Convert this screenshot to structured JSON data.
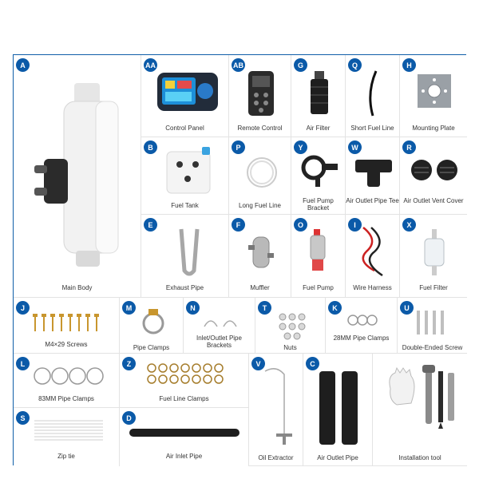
{
  "colors": {
    "accent": "#0b5aa8",
    "border": "#0f5ea8"
  },
  "items": {
    "A": {
      "badge": "A",
      "label": "Main Body"
    },
    "AA": {
      "badge": "AA",
      "label": "Control Panel"
    },
    "AB": {
      "badge": "AB",
      "label": "Remote Control"
    },
    "G": {
      "badge": "G",
      "label": "Air Filter"
    },
    "Q": {
      "badge": "Q",
      "label": "Short Fuel Line"
    },
    "H": {
      "badge": "H",
      "label": "Mounting Plate"
    },
    "B": {
      "badge": "B",
      "label": "Fuel Tank"
    },
    "P": {
      "badge": "P",
      "label": "Long Fuel Line"
    },
    "Y": {
      "badge": "Y",
      "label": "Fuel Pump Bracket"
    },
    "W": {
      "badge": "W",
      "label": "Air Outlet Pipe Tee"
    },
    "R": {
      "badge": "R",
      "label": "Air Outlet Vent Cover"
    },
    "E": {
      "badge": "E",
      "label": "Exhaust Pipe"
    },
    "F": {
      "badge": "F",
      "label": "Muffler"
    },
    "O": {
      "badge": "O",
      "label": "Fuel Pump"
    },
    "I": {
      "badge": "I",
      "label": "Wire Harness"
    },
    "X": {
      "badge": "X",
      "label": "Fuel Filter"
    },
    "J": {
      "badge": "J",
      "label": "M4×29 Screws"
    },
    "M": {
      "badge": "M",
      "label": "Pipe Clamps"
    },
    "N": {
      "badge": "N",
      "label": "Inlet/Outlet Pipe Brackets"
    },
    "T": {
      "badge": "T",
      "label": "Nuts"
    },
    "K": {
      "badge": "K",
      "label": "28MM Pipe Clamps"
    },
    "U": {
      "badge": "U",
      "label": "Double-Ended Screw"
    },
    "L": {
      "badge": "L",
      "label": "83MM Pipe Clamps"
    },
    "Z": {
      "badge": "Z",
      "label": "Fuel Line Clamps"
    },
    "V": {
      "badge": "V",
      "label": "Oil Extractor"
    },
    "C": {
      "badge": "C",
      "label": "Air Outlet Pipe"
    },
    "S": {
      "badge": "S",
      "label": "Zip tie"
    },
    "D": {
      "badge": "D",
      "label": "Air Inlet Pipe"
    },
    "TOOL": {
      "label": "Installation tool"
    }
  }
}
